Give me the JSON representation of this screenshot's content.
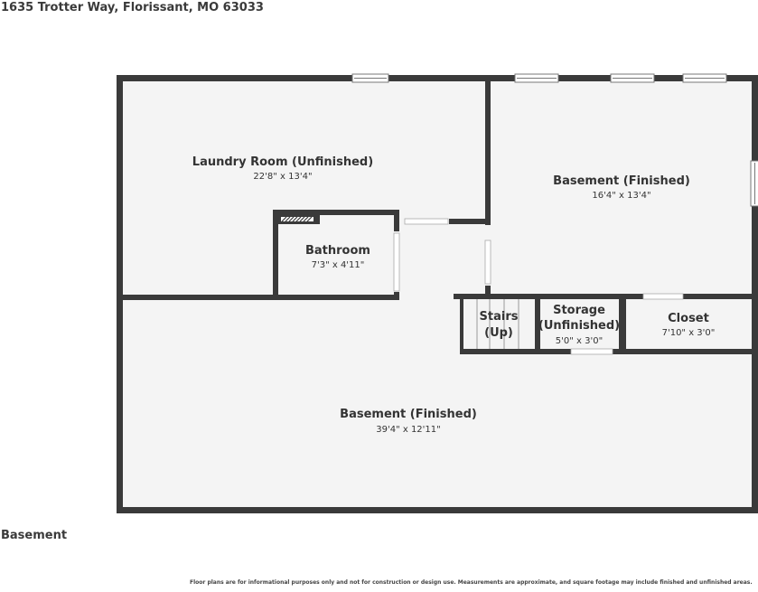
{
  "header": {
    "address": "1635 Trotter Way, Florissant, MO 63033"
  },
  "floor": {
    "label": "Basement"
  },
  "footer": {
    "disclaimer": "Floor plans are for informational purposes only and not for construction or design use. Measurements are approximate, and square footage may include finished and unfinished areas."
  },
  "rooms": [
    {
      "name": "Laundry Room (Unfinished)",
      "dims": "22'8\" x 13'4\""
    },
    {
      "name": "Basement (Finished)",
      "dims": "16'4\" x 13'4\""
    },
    {
      "name": "Bathroom",
      "dims": "7'3\" x 4'11\""
    },
    {
      "name": "Stairs",
      "name2": "(Up)"
    },
    {
      "name": "Storage",
      "name2": "(Unfinished)",
      "dims": "5'0\" x 3'0\""
    },
    {
      "name": "Closet",
      "dims": "7'10\" x 3'0\""
    },
    {
      "name": "Basement (Finished)",
      "dims": "39'4\" x 12'11\""
    }
  ],
  "colors": {
    "wall": "#3a3a3a",
    "floor": "#f4f4f4",
    "opening": "#ffffff"
  }
}
